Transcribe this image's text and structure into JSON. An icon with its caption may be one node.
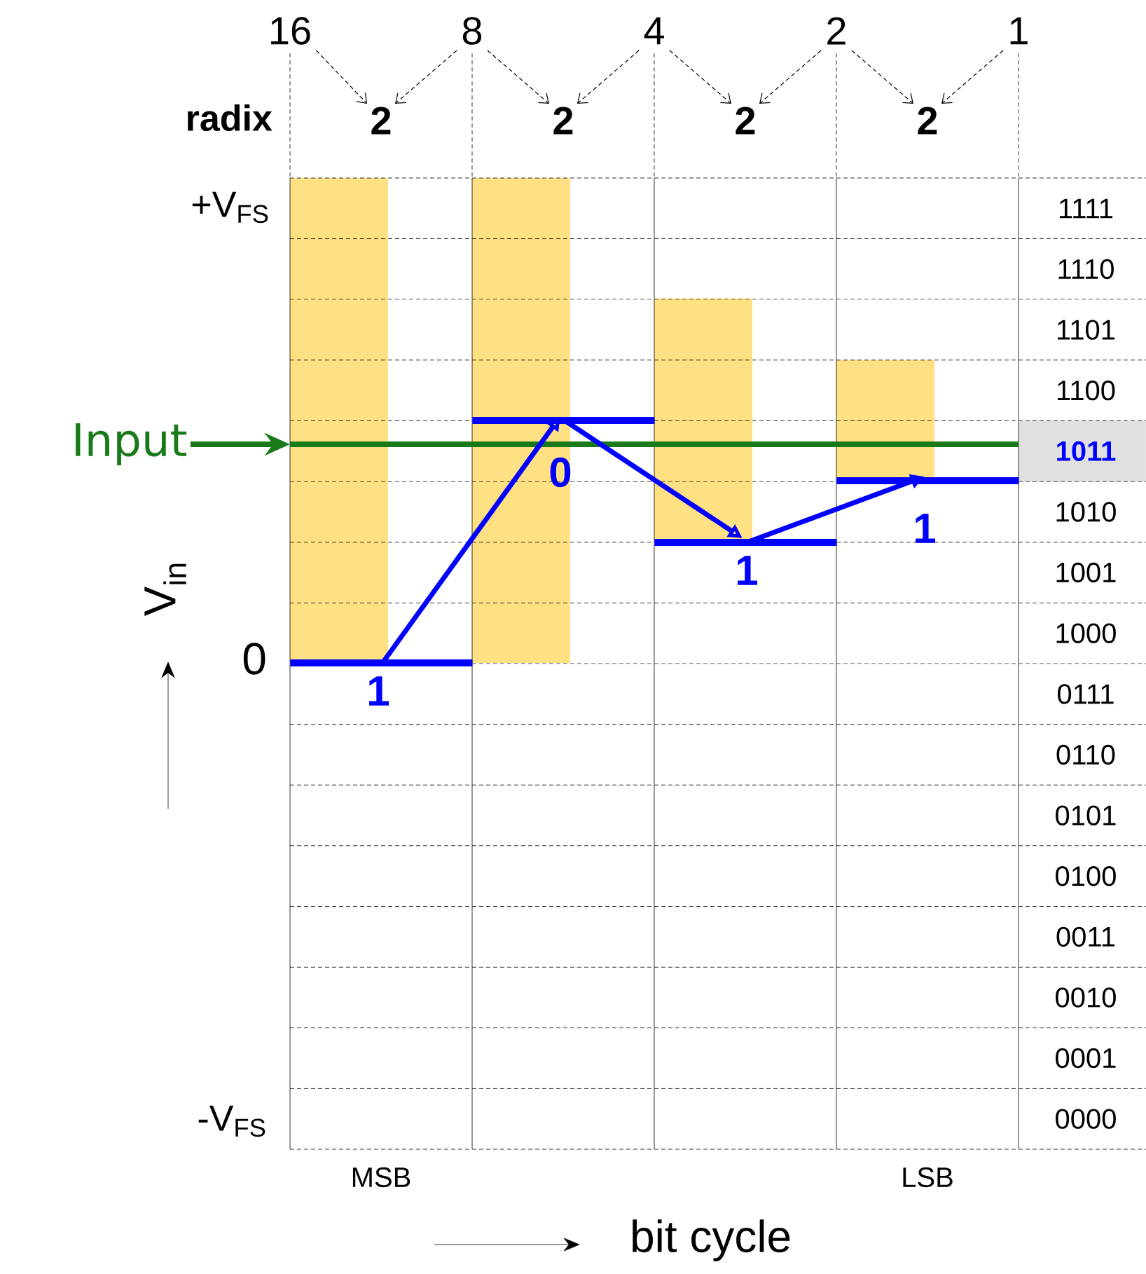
{
  "diagram": {
    "nodes": [
      {
        "text": [
          "16"
        ]
      },
      {
        "text": [
          "8"
        ]
      },
      {
        "text": [
          "4"
        ]
      },
      {
        "text": [
          "2"
        ]
      },
      {
        "text": [
          "1"
        ]
      },
      {
        "text": [
          "2"
        ]
      },
      {
        "text": [
          "2"
        ]
      },
      {
        "text": [
          "2"
        ]
      },
      {
        "text": [
          "2"
        ]
      },
      {
        "text": [
          "Input"
        ]
      },
      {
        "text": [],
        "shape": "bar",
        "beside": [
          "1"
        ]
      },
      {
        "text": [],
        "shape": "bar",
        "beside": [
          "0"
        ]
      },
      {
        "text": [],
        "shape": "bar",
        "beside": [
          "1"
        ]
      },
      {
        "text": [],
        "shape": "bar",
        "beside": [
          "1"
        ]
      }
    ],
    "edges": [
      {
        "from": 0,
        "to": 5,
        "arrow": "to",
        "style": "dashed"
      },
      {
        "from": 1,
        "to": 5,
        "arrow": "to",
        "style": "dashed"
      },
      {
        "from": 1,
        "to": 6,
        "arrow": "to",
        "style": "dashed"
      },
      {
        "from": 2,
        "to": 6,
        "arrow": "to",
        "style": "dashed"
      },
      {
        "from": 2,
        "to": 7,
        "arrow": "to",
        "style": "dashed"
      },
      {
        "from": 3,
        "to": 7,
        "arrow": "to",
        "style": "dashed"
      },
      {
        "from": 3,
        "to": 8,
        "arrow": "to",
        "style": "dashed"
      },
      {
        "from": 4,
        "to": 8,
        "arrow": "to",
        "style": "dashed"
      },
      {
        "from": 9,
        "to": null,
        "arrow": "to",
        "style": "thick",
        "color": "#1a7a1a"
      },
      {
        "from": 10,
        "to": 11,
        "arrow": "to",
        "style": "thick",
        "color": "#0000ff"
      },
      {
        "from": 11,
        "to": 12,
        "arrow": "to",
        "style": "thick",
        "color": "#0000ff"
      },
      {
        "from": 12,
        "to": 13,
        "arrow": "to",
        "style": "thick",
        "color": "#0000ff"
      }
    ],
    "labels": [
      "radix",
      "+V$_{FS}$",
      "1111",
      "1110",
      "1101",
      "1100",
      "1011",
      "1010",
      "1001",
      "1000",
      "V$_{in}$",
      "0",
      "0111",
      "0110",
      "0101",
      "0100",
      "0011",
      "0010",
      "0001",
      "-V$_{FS}$",
      "0000",
      "MSB",
      "LSB",
      "bit cycle"
    ]
  }
}
